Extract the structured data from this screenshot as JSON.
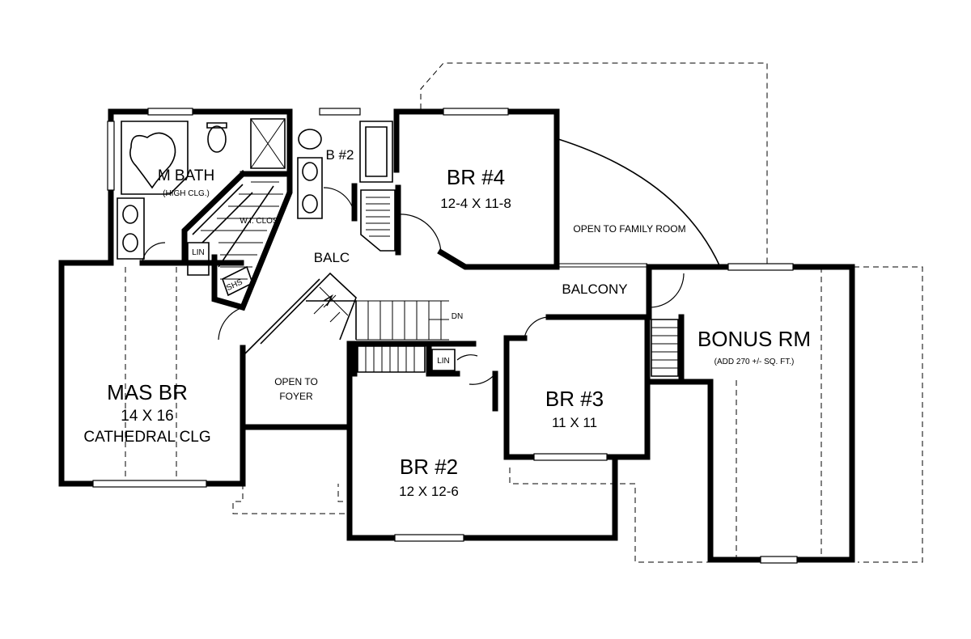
{
  "rooms": {
    "m_bath": {
      "name": "M BATH",
      "note": "(HIGH CLG.)"
    },
    "b2": {
      "name": "B #2"
    },
    "br4": {
      "name": "BR #4",
      "size": "12-4 X 11-8"
    },
    "open_family": {
      "name": "OPEN TO FAMILY ROOM"
    },
    "wi_clos": {
      "name": "W.I. CLOS"
    },
    "lin_top": {
      "name": "LIN"
    },
    "shs": {
      "name": "SHS"
    },
    "balc": {
      "name": "BALC"
    },
    "balcony": {
      "name": "BALCONY"
    },
    "dn": {
      "name": "DN"
    },
    "bonus": {
      "name": "BONUS RM",
      "note": "(ADD 270 +/- SQ. FT.)"
    },
    "mas_br": {
      "name": "MAS BR",
      "size": "14 X 16",
      "note": "CATHEDRAL CLG"
    },
    "open_foyer": {
      "line1": "OPEN TO",
      "line2": "FOYER"
    },
    "lin_mid": {
      "name": "LIN"
    },
    "br3": {
      "name": "BR #3",
      "size": "11 X 11"
    },
    "br2": {
      "name": "BR #2",
      "size": "12 X 12-6"
    }
  }
}
